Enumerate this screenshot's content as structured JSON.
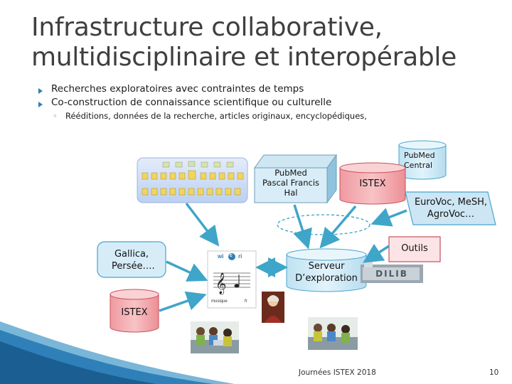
{
  "slide": {
    "title_line1": "Infrastructure collaborative,",
    "title_line2": "multidisciplinaire et interopérable",
    "bullets": [
      "Recherches exploratoires avec contraintes de temps",
      "Co-construction de connaissance scientifique ou culturelle"
    ],
    "sub_bullet": "Rééditions, données de la recherche, articles originaux, encyclopédiques,",
    "footer": "Journées ISTEX 2018",
    "page_number": "10"
  },
  "diagram": {
    "pubmed_central": [
      "PubMed",
      "Central"
    ],
    "pubmed_box": [
      "PubMed",
      "Pascal Francis",
      "Hal"
    ],
    "istex_top": "ISTEX",
    "vocab": [
      "EuroVoc, MeSH,",
      "AgroVoc…"
    ],
    "outils": "Outils",
    "gallica": [
      "Gallica,",
      "Persée…."
    ],
    "istex_bottom": "ISTEX",
    "serveur": [
      "Serveur",
      "D’exploration"
    ],
    "wicri_logo": {
      "left": "wi",
      "mid": "c",
      "right": "ri",
      "caption_left": "musique",
      "caption_right": "fr"
    },
    "dilib_logo": "DILIB"
  },
  "colors": {
    "accent_blue": "#3aa0c8",
    "cylinder_blue": "#cfe9f5",
    "istex_red": "#f2a5a9",
    "arrow": "#3fa5c9"
  }
}
